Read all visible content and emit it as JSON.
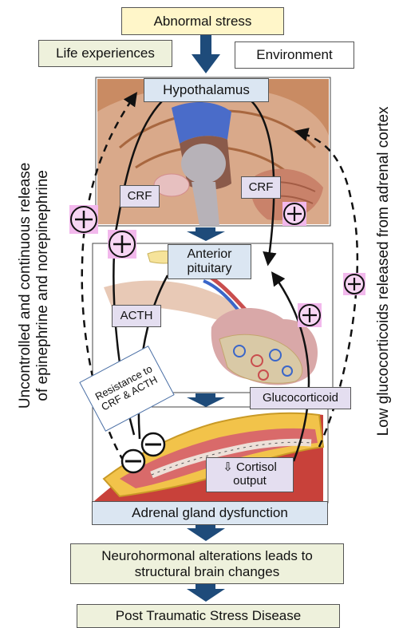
{
  "top": {
    "abnormal_stress": "Abnormal stress"
  },
  "inputs": {
    "life_experiences": "Life experiences",
    "environment": "Environment"
  },
  "brain": {
    "hypothalamus": "Hypothalamus",
    "crf_left": "CRF",
    "crf_right": "CRF"
  },
  "pituitary": {
    "anterior_pituitary": "Anterior pituitary",
    "acth": "ACTH",
    "resistance": "Resistance to CRF & ACTH",
    "glucocorticoid": "Glucocorticoid"
  },
  "adrenal": {
    "cortisol_output": "Cortisol output",
    "cortisol_arrow": "⇩",
    "dysfunction": "Adrenal gland dysfunction"
  },
  "outcomes": {
    "neurohormonal": "Neurohormonal alterations leads to structural brain changes",
    "ptsd": "Post Traumatic Stress Disease"
  },
  "side_labels": {
    "left_line1": "Uncontrolled and continuous release",
    "left_line2": "of epinephrine and norepinephrine",
    "right": "Low glucocorticoids released from adrenal cortex"
  },
  "signs": {
    "plus": "+",
    "minus": "−"
  },
  "colors": {
    "arrow": "#1e4b7a",
    "plus_fill": "#f2b8ec",
    "box_blue": "#dbe6f2",
    "box_green": "#eef1dc",
    "box_yellow": "#fff6c9",
    "box_lavender": "#e4def0"
  }
}
